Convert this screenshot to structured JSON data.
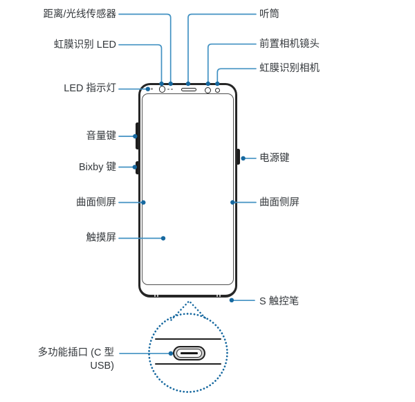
{
  "diagram_type": "phone-front-view-callout-diagram",
  "colors": {
    "background": "#ffffff",
    "callout_line": "#4191c2",
    "callout_dot": "#16689f",
    "label_text": "#33373b",
    "phone_frame": "#262626"
  },
  "labels": {
    "left": [
      {
        "text": "距离/光线传感器"
      },
      {
        "text": "虹膜识别 LED"
      },
      {
        "text": "LED 指示灯"
      },
      {
        "text": "音量键"
      },
      {
        "text": "Bixby 键"
      },
      {
        "text": "曲面侧屏"
      },
      {
        "text": "触摸屏"
      }
    ],
    "bottom_left": {
      "line1": "多功能插口 (C 型",
      "line2": "USB)"
    },
    "right": [
      {
        "text": "听筒"
      },
      {
        "text": "前置相机镜头"
      },
      {
        "text": "虹膜识别相机"
      },
      {
        "text": "电源键"
      },
      {
        "text": "曲面侧屏"
      },
      {
        "text": "S 触控笔"
      }
    ]
  }
}
